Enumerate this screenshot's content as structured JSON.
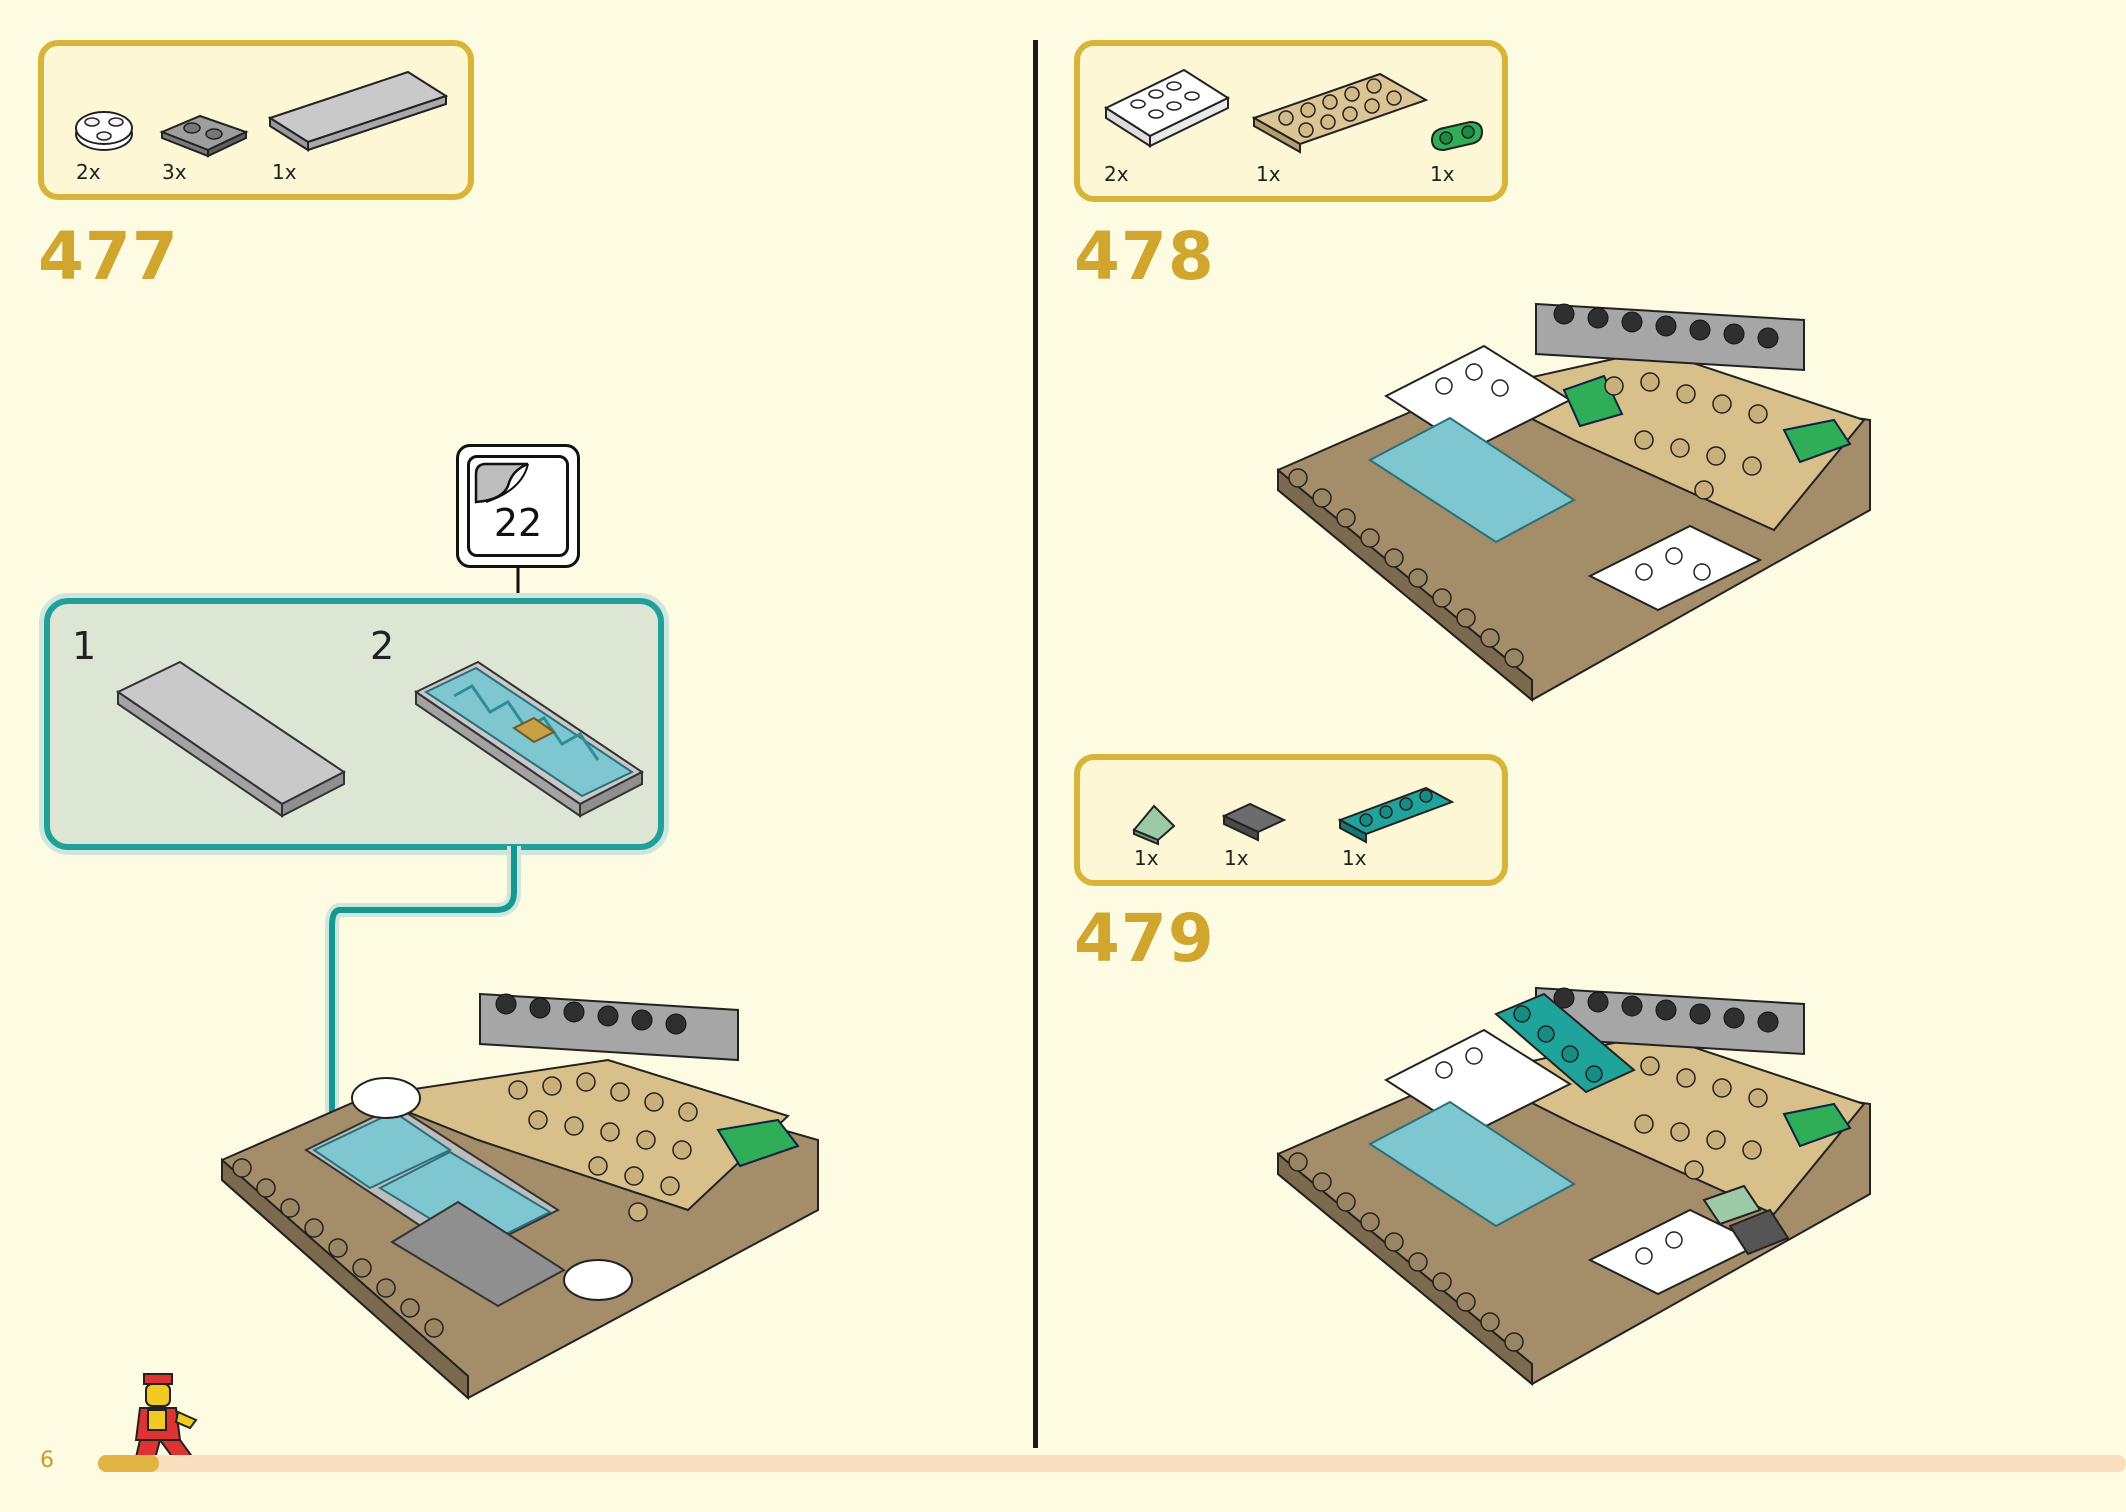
{
  "page": {
    "number": "6",
    "progress_fraction": 0.03
  },
  "steps": [
    {
      "number": "477",
      "parts": [
        {
          "qty": "2x",
          "part": "white-round-plate-2x2"
        },
        {
          "qty": "3x",
          "part": "dark-gray-plate-1x2"
        },
        {
          "qty": "1x",
          "part": "light-gray-tile-2x6"
        }
      ],
      "substeps": [
        {
          "label": "1"
        },
        {
          "label": "2"
        }
      ],
      "sticker": {
        "sheet_number": "22"
      }
    },
    {
      "number": "478",
      "parts": [
        {
          "qty": "2x",
          "part": "white-plate-2x4"
        },
        {
          "qty": "1x",
          "part": "tan-plate-2x6"
        },
        {
          "qty": "1x",
          "part": "green-plate-1x2-rounded"
        }
      ]
    },
    {
      "number": "479",
      "parts": [
        {
          "qty": "1x",
          "part": "sand-green-slope"
        },
        {
          "qty": "1x",
          "part": "dark-gray-bracket"
        },
        {
          "qty": "1x",
          "part": "teal-plate-1x4"
        }
      ]
    }
  ],
  "colors": {
    "page_bg": "#fefbe3",
    "frame": "#d8b43a",
    "step_number": "#d0a62e",
    "substep_frame": "#20a098",
    "dark_tan": "#9a8563",
    "tan": "#d7c08a",
    "teal": "#14918a",
    "green": "#2fae57"
  },
  "icons": [
    "sticker-sheet-icon",
    "minifigure-runner-icon",
    "arrow-down-icon"
  ]
}
